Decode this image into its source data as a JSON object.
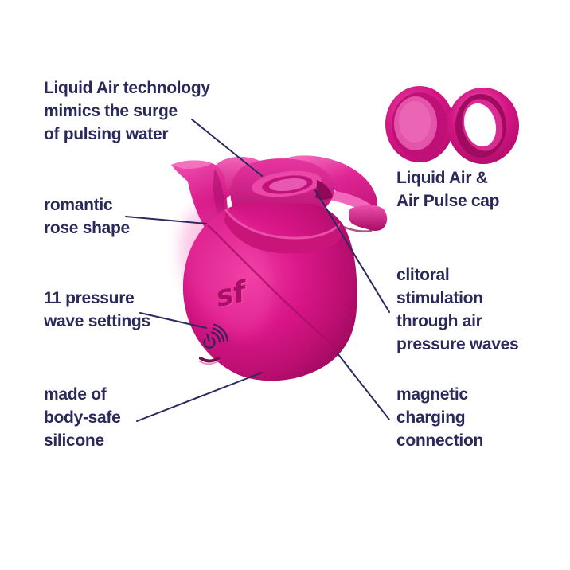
{
  "title": "Rose air-pulse stimulator feature infographic",
  "colors": {
    "background": "#ffffff",
    "text_navy": "#2a2959",
    "leader_line": "#2b2a5e",
    "magenta_main": "#d41483",
    "magenta_light": "#ee4fae",
    "magenta_dark": "#9c0b5e",
    "button_icon": "#372357"
  },
  "labels": {
    "liquid_air_technology": "Liquid Air technology\nmimics the surge\nof pulsing water",
    "romantic_rose_shape": "romantic\nrose shape",
    "pressure_wave_settings": "11 pressure\nwave settings",
    "body_safe_silicone": "made of\nbody-safe\nsilicone",
    "caps": "Liquid Air &\nAir Pulse cap",
    "clitoral_stimulation": "clitoral\nstimulation\nthrough air\npressure waves",
    "magnetic_charging": "magnetic\ncharging\nconnection"
  },
  "device": {
    "brand_logo": "sf"
  }
}
